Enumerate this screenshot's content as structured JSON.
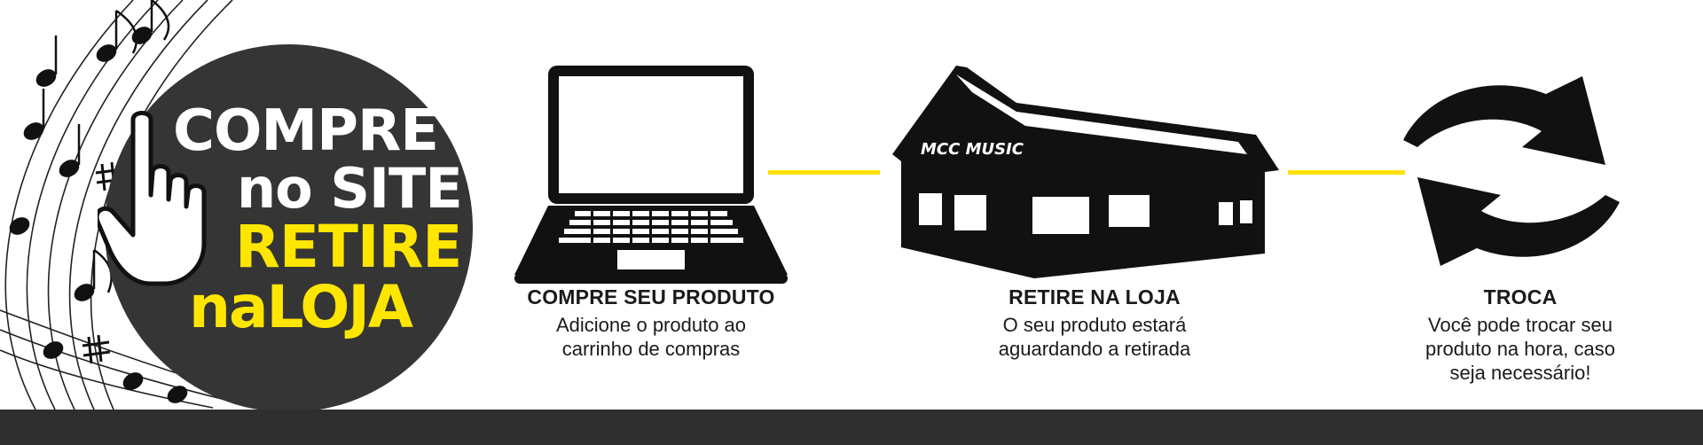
{
  "promo": {
    "line1": "COMPRE",
    "line2": "no SITE",
    "line3": "RETIRE",
    "line4": "naLOJA"
  },
  "store_logo": "MCC MUSIC",
  "steps": [
    {
      "icon": "laptop-icon",
      "title": "COMPRE SEU PRODUTO",
      "desc_lines": [
        "Adicione o produto ao",
        "carrinho de compras"
      ]
    },
    {
      "icon": "store-building-icon",
      "title": "RETIRE NA LOJA",
      "desc_lines": [
        "O seu produto estará",
        "aguardando a retirada"
      ]
    },
    {
      "icon": "refresh-arrows-icon",
      "title": "TROCA",
      "desc_lines": [
        "Você pode trocar seu",
        "produto na hora, caso",
        "seja necessário!"
      ]
    }
  ],
  "colors": {
    "accent_yellow": "#ffe600",
    "circle_dark": "#353535",
    "bottom_bar": "#2f2f2f",
    "text": "#1a1a1a"
  }
}
